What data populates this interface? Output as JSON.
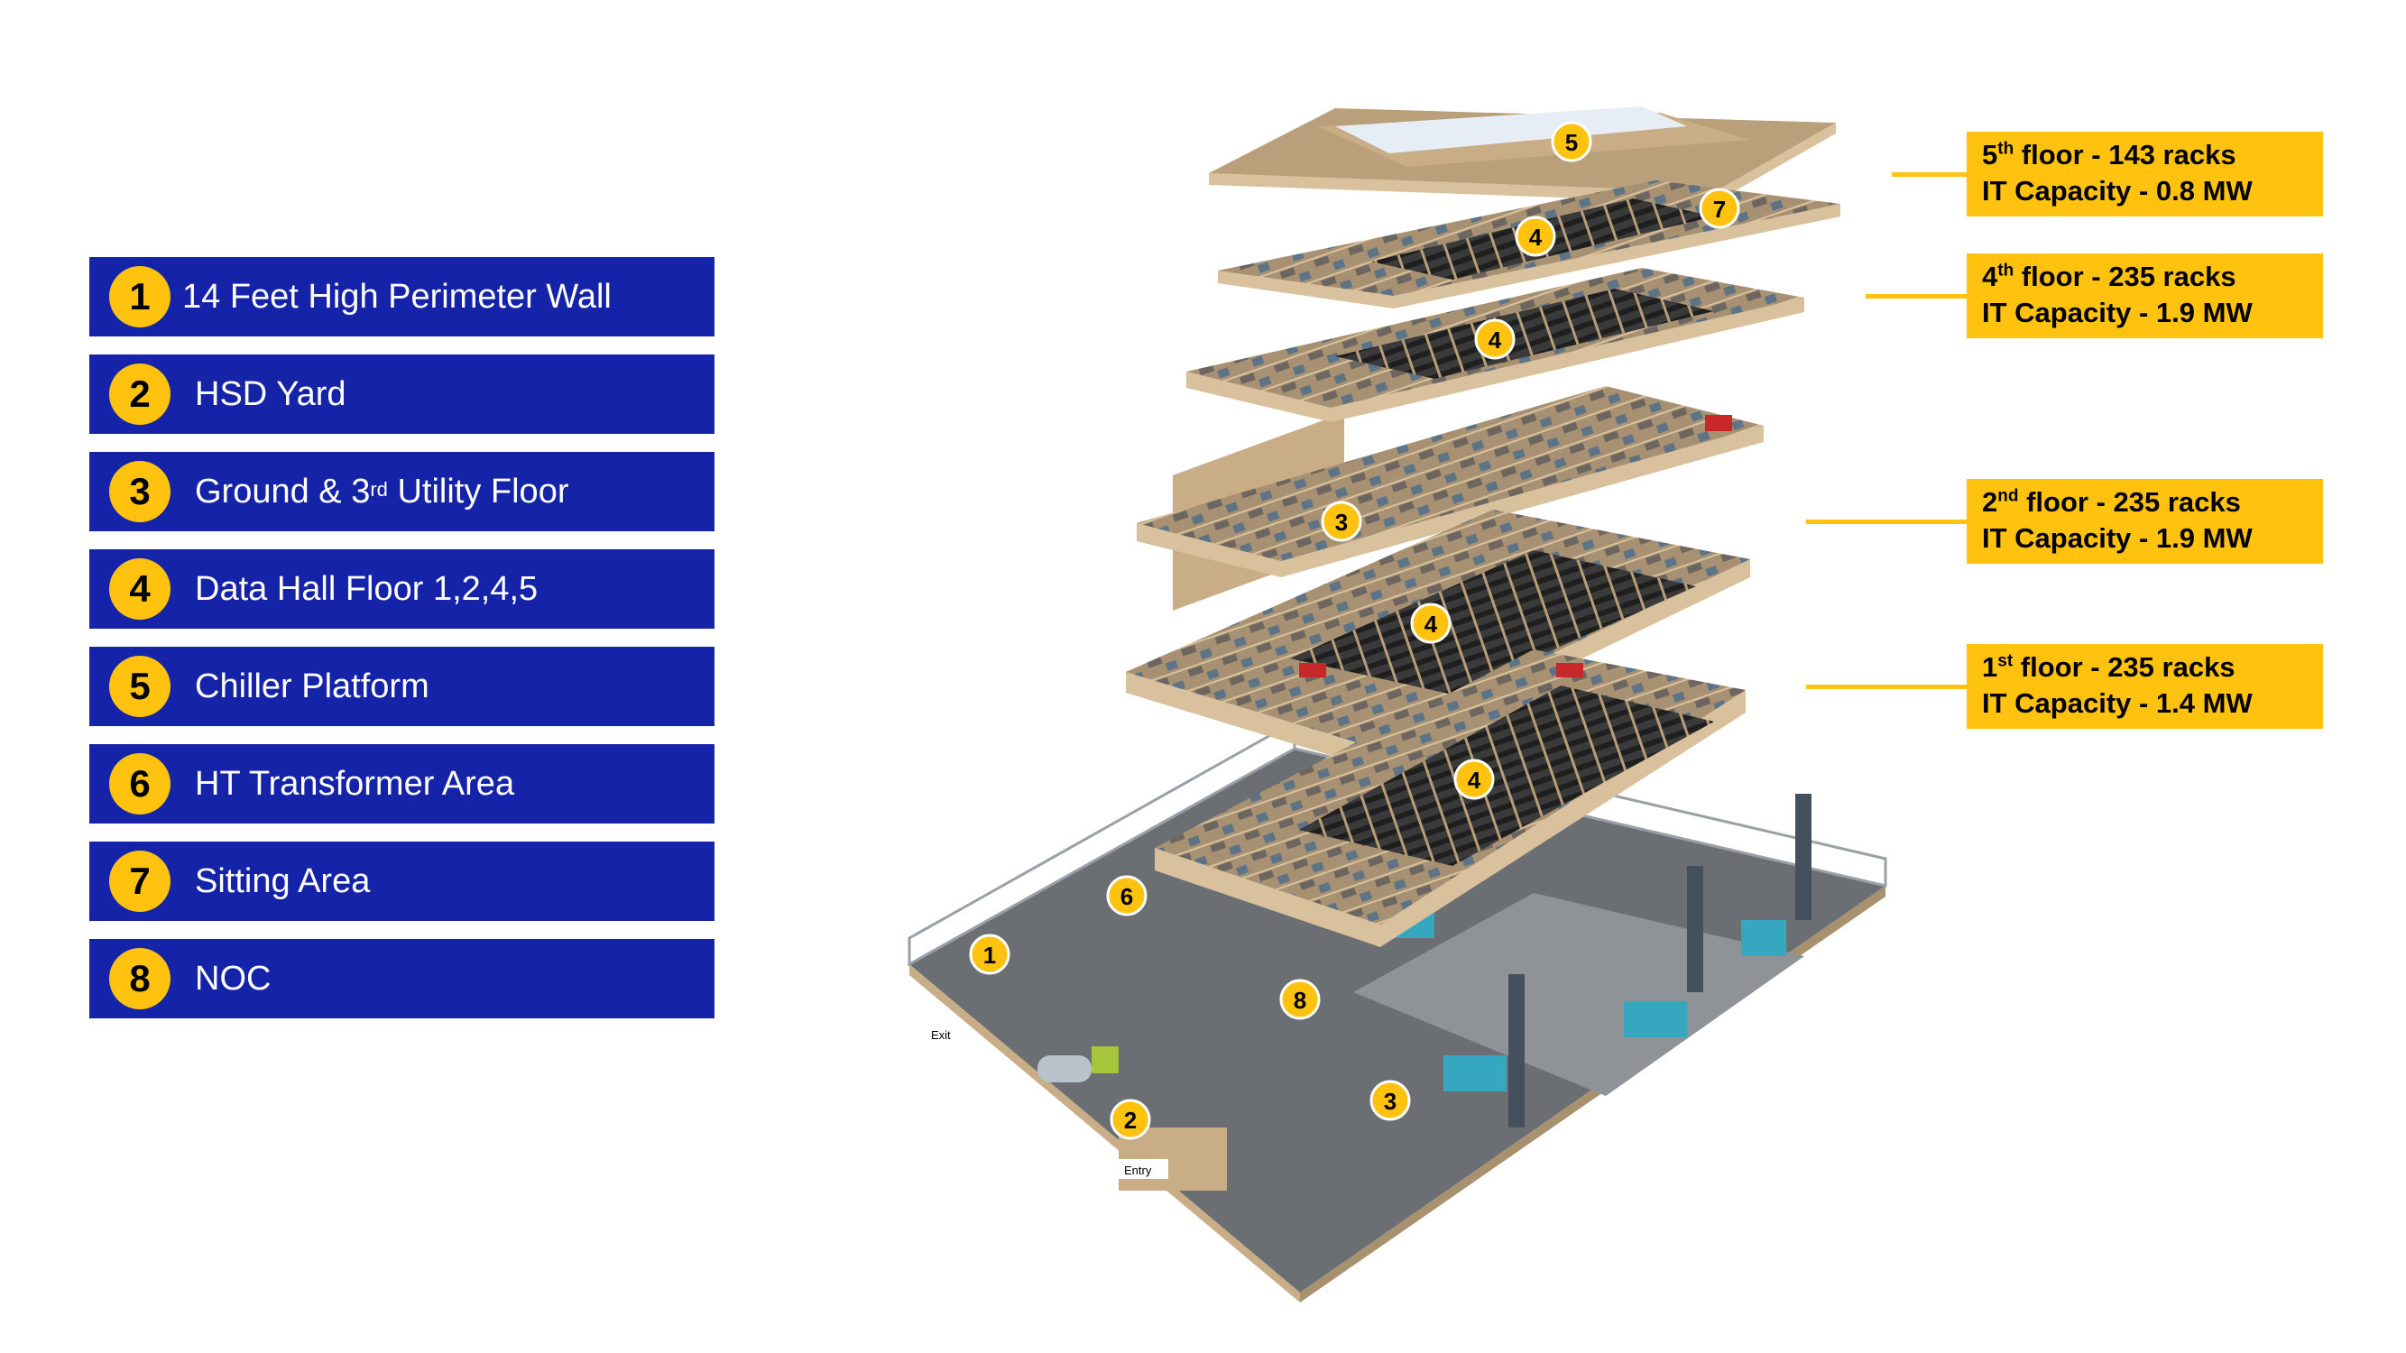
{
  "legend": [
    {
      "num": "1",
      "label": "14 Feet High Perimeter Wall"
    },
    {
      "num": "2",
      "label": "HSD Yard"
    },
    {
      "num": "3",
      "label_pre": "Ground & 3",
      "label_sup": "rd",
      "label_post": " Utility Floor"
    },
    {
      "num": "4",
      "label": "Data Hall Floor 1,2,4,5"
    },
    {
      "num": "5",
      "label": "Chiller Platform"
    },
    {
      "num": "6",
      "label": "HT Transformer Area"
    },
    {
      "num": "7",
      "label": "Sitting Area"
    },
    {
      "num": "8",
      "label": "NOC"
    }
  ],
  "callouts": [
    {
      "floor_num": "5",
      "floor_sup": "th",
      "floor_rest": " floor - 143 racks",
      "capacity": "IT Capacity - 0.8 MW"
    },
    {
      "floor_num": "4",
      "floor_sup": "th",
      "floor_rest": " floor - 235 racks",
      "capacity": "IT Capacity - 1.9 MW"
    },
    {
      "floor_num": "2",
      "floor_sup": "nd",
      "floor_rest": " floor - 235 racks",
      "capacity": "IT Capacity - 1.9 MW"
    },
    {
      "floor_num": "1",
      "floor_sup": "st",
      "floor_rest": " floor - 235 racks",
      "capacity": "IT Capacity - 1.4 MW"
    }
  ],
  "markers": [
    "5",
    "7",
    "4",
    "4",
    "3",
    "4",
    "4",
    "6",
    "1",
    "8",
    "3",
    "2"
  ],
  "signs": {
    "exit": "Exit",
    "entry": "Entry"
  },
  "colors": {
    "legend_bg": "#1423a8",
    "badge": "#ffc20e",
    "callout": "#ffc20e",
    "floor_top": "#c8ad86",
    "floor_edge": "#d8c19c",
    "rack": "#2b2b2b"
  }
}
